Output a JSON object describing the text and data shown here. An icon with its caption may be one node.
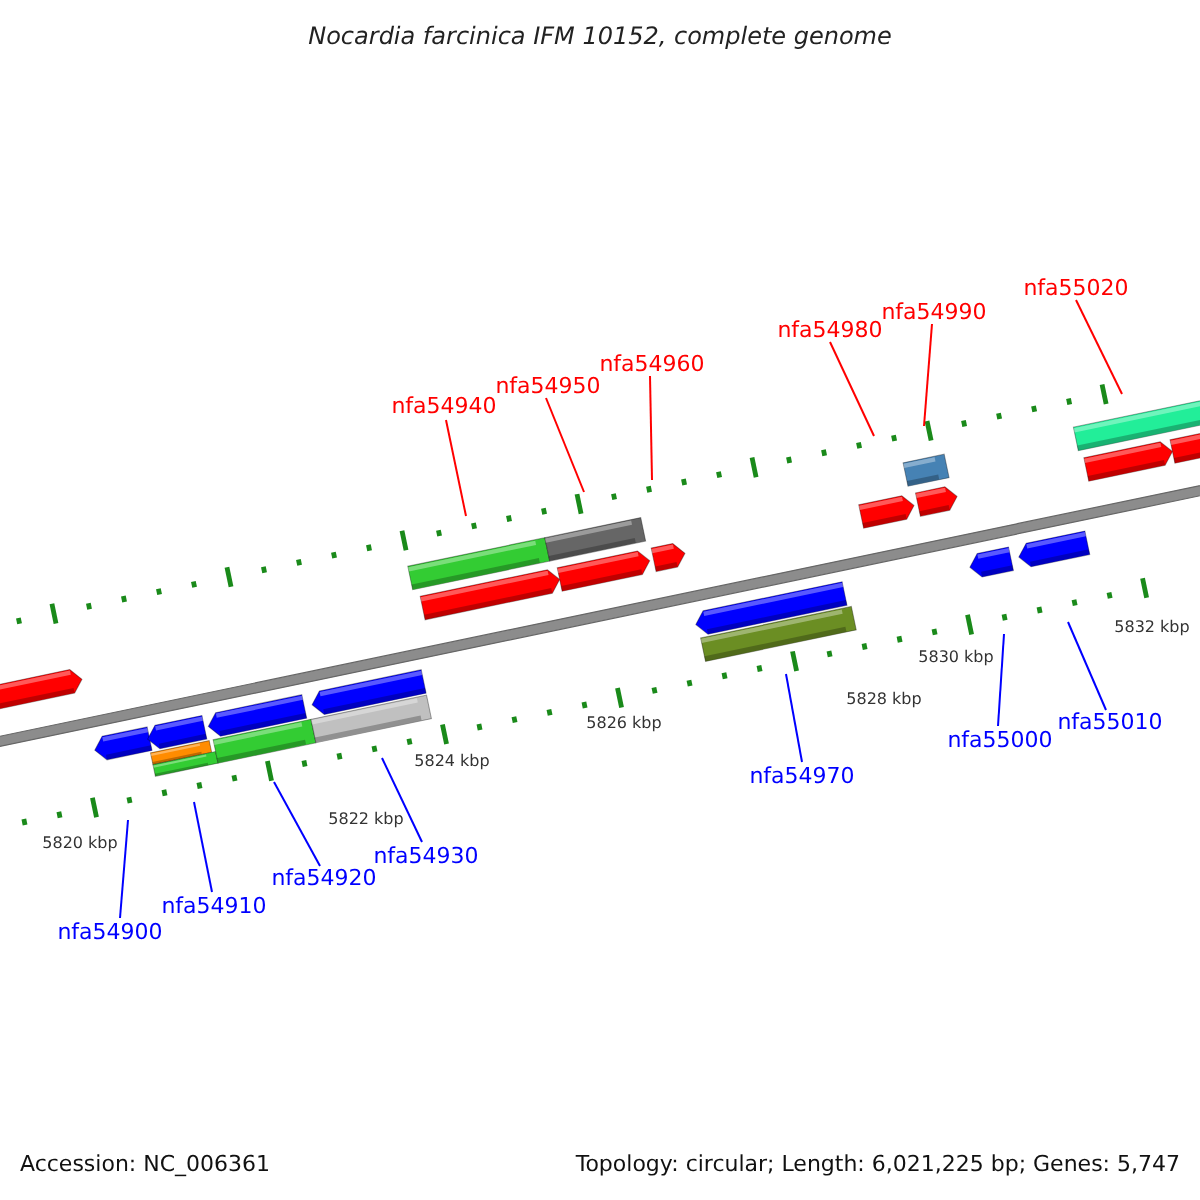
{
  "diagram": {
    "title": "Nocardia farcinica IFM 10152, complete genome",
    "nodes": [
      {
        "text": [
          "nfa54940"
        ]
      },
      {
        "text": [
          "nfa54950"
        ]
      },
      {
        "text": [
          "nfa54960"
        ]
      },
      {
        "text": [
          "nfa54980"
        ]
      },
      {
        "text": [
          "nfa54990"
        ]
      },
      {
        "text": [
          "nfa55020"
        ]
      },
      {
        "text": [
          "nfa54900"
        ]
      },
      {
        "text": [
          "nfa54910"
        ]
      },
      {
        "text": [
          "nfa54920"
        ]
      },
      {
        "text": [
          "nfa54930"
        ]
      },
      {
        "text": [
          "nfa54970"
        ]
      },
      {
        "text": [
          "nfa55000"
        ]
      },
      {
        "text": [
          "nfa55010"
        ]
      }
    ],
    "edges": [
      {
        "from": 0,
        "to": null,
        "arrow": "none",
        "color": "#ff0000"
      },
      {
        "from": 1,
        "to": null,
        "arrow": "none",
        "color": "#ff0000"
      },
      {
        "from": 2,
        "to": null,
        "arrow": "none",
        "color": "#ff0000"
      },
      {
        "from": 3,
        "to": null,
        "arrow": "none",
        "color": "#ff0000"
      },
      {
        "from": 4,
        "to": null,
        "arrow": "none",
        "color": "#ff0000"
      },
      {
        "from": 5,
        "to": null,
        "arrow": "none",
        "color": "#ff0000"
      },
      {
        "from": 6,
        "to": null,
        "arrow": "none"
      },
      {
        "from": 7,
        "to": null,
        "arrow": "none"
      },
      {
        "from": 8,
        "to": null,
        "arrow": "none"
      },
      {
        "from": 9,
        "to": null,
        "arrow": "none"
      },
      {
        "from": 10,
        "to": null,
        "arrow": "none"
      },
      {
        "from": 11,
        "to": null,
        "arrow": "none"
      },
      {
        "from": 12,
        "to": null,
        "arrow": "none"
      }
    ],
    "labels": [
      "5820 kbp",
      "5822 kbp",
      "5824 kbp",
      "5826 kbp",
      "5828 kbp",
      "5830 kbp",
      "5832 kbp",
      "Accession: NC_006361",
      "Topology: circular; Length: 6,021,225 bp; Genes: 5,747"
    ]
  }
}
